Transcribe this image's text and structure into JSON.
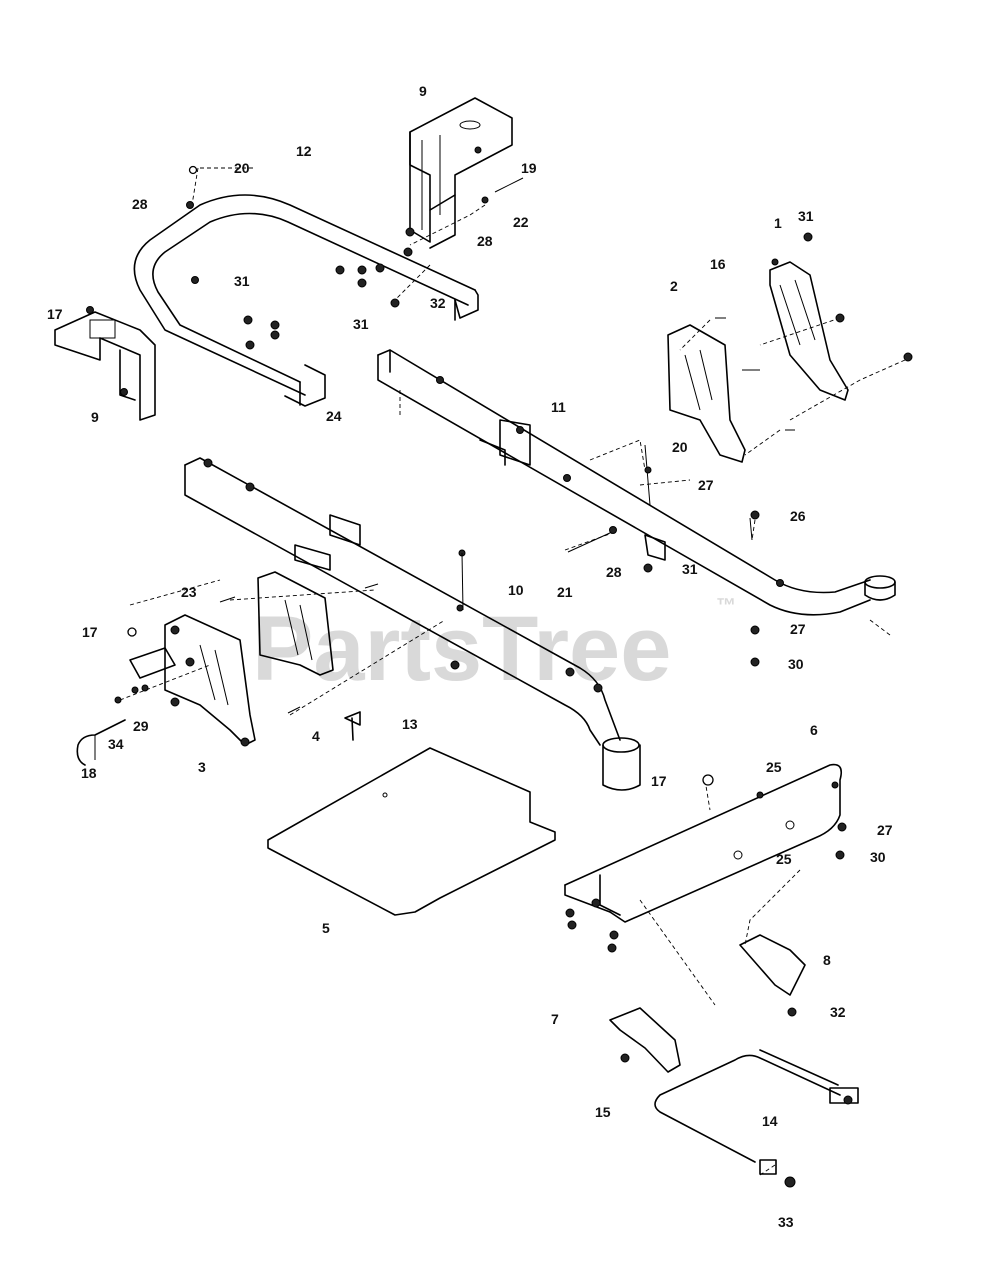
{
  "watermark": {
    "text": "PartsTree",
    "mark": "™"
  },
  "callouts": [
    {
      "id": "c9a",
      "label": "9"
    },
    {
      "id": "c12",
      "label": "12"
    },
    {
      "id": "c20a",
      "label": "20"
    },
    {
      "id": "c19",
      "label": "19"
    },
    {
      "id": "c28a",
      "label": "28"
    },
    {
      "id": "c22",
      "label": "22"
    },
    {
      "id": "c28b",
      "label": "28"
    },
    {
      "id": "c1",
      "label": "1"
    },
    {
      "id": "c31a",
      "label": "31"
    },
    {
      "id": "c16",
      "label": "16"
    },
    {
      "id": "c31b",
      "label": "31"
    },
    {
      "id": "c2",
      "label": "2"
    },
    {
      "id": "c32a",
      "label": "32"
    },
    {
      "id": "c17a",
      "label": "17"
    },
    {
      "id": "c31c",
      "label": "31"
    },
    {
      "id": "c9b",
      "label": "9"
    },
    {
      "id": "c24",
      "label": "24"
    },
    {
      "id": "c11",
      "label": "11"
    },
    {
      "id": "c20b",
      "label": "20"
    },
    {
      "id": "c27a",
      "label": "27"
    },
    {
      "id": "c26",
      "label": "26"
    },
    {
      "id": "c21",
      "label": "21"
    },
    {
      "id": "c28c",
      "label": "28"
    },
    {
      "id": "c31d",
      "label": "31"
    },
    {
      "id": "c10",
      "label": "10"
    },
    {
      "id": "c23",
      "label": "23"
    },
    {
      "id": "c17b",
      "label": "17"
    },
    {
      "id": "c27b",
      "label": "27"
    },
    {
      "id": "c30a",
      "label": "30"
    },
    {
      "id": "c29",
      "label": "29"
    },
    {
      "id": "c34",
      "label": "34"
    },
    {
      "id": "c4",
      "label": "4"
    },
    {
      "id": "c13",
      "label": "13"
    },
    {
      "id": "c6",
      "label": "6"
    },
    {
      "id": "c18",
      "label": "18"
    },
    {
      "id": "c3",
      "label": "3"
    },
    {
      "id": "c17c",
      "label": "17"
    },
    {
      "id": "c25a",
      "label": "25"
    },
    {
      "id": "c27c",
      "label": "27"
    },
    {
      "id": "c25b",
      "label": "25"
    },
    {
      "id": "c30b",
      "label": "30"
    },
    {
      "id": "c5",
      "label": "5"
    },
    {
      "id": "c8",
      "label": "8"
    },
    {
      "id": "c7",
      "label": "7"
    },
    {
      "id": "c32b",
      "label": "32"
    },
    {
      "id": "c15",
      "label": "15"
    },
    {
      "id": "c14",
      "label": "14"
    },
    {
      "id": "c33",
      "label": "33"
    }
  ]
}
